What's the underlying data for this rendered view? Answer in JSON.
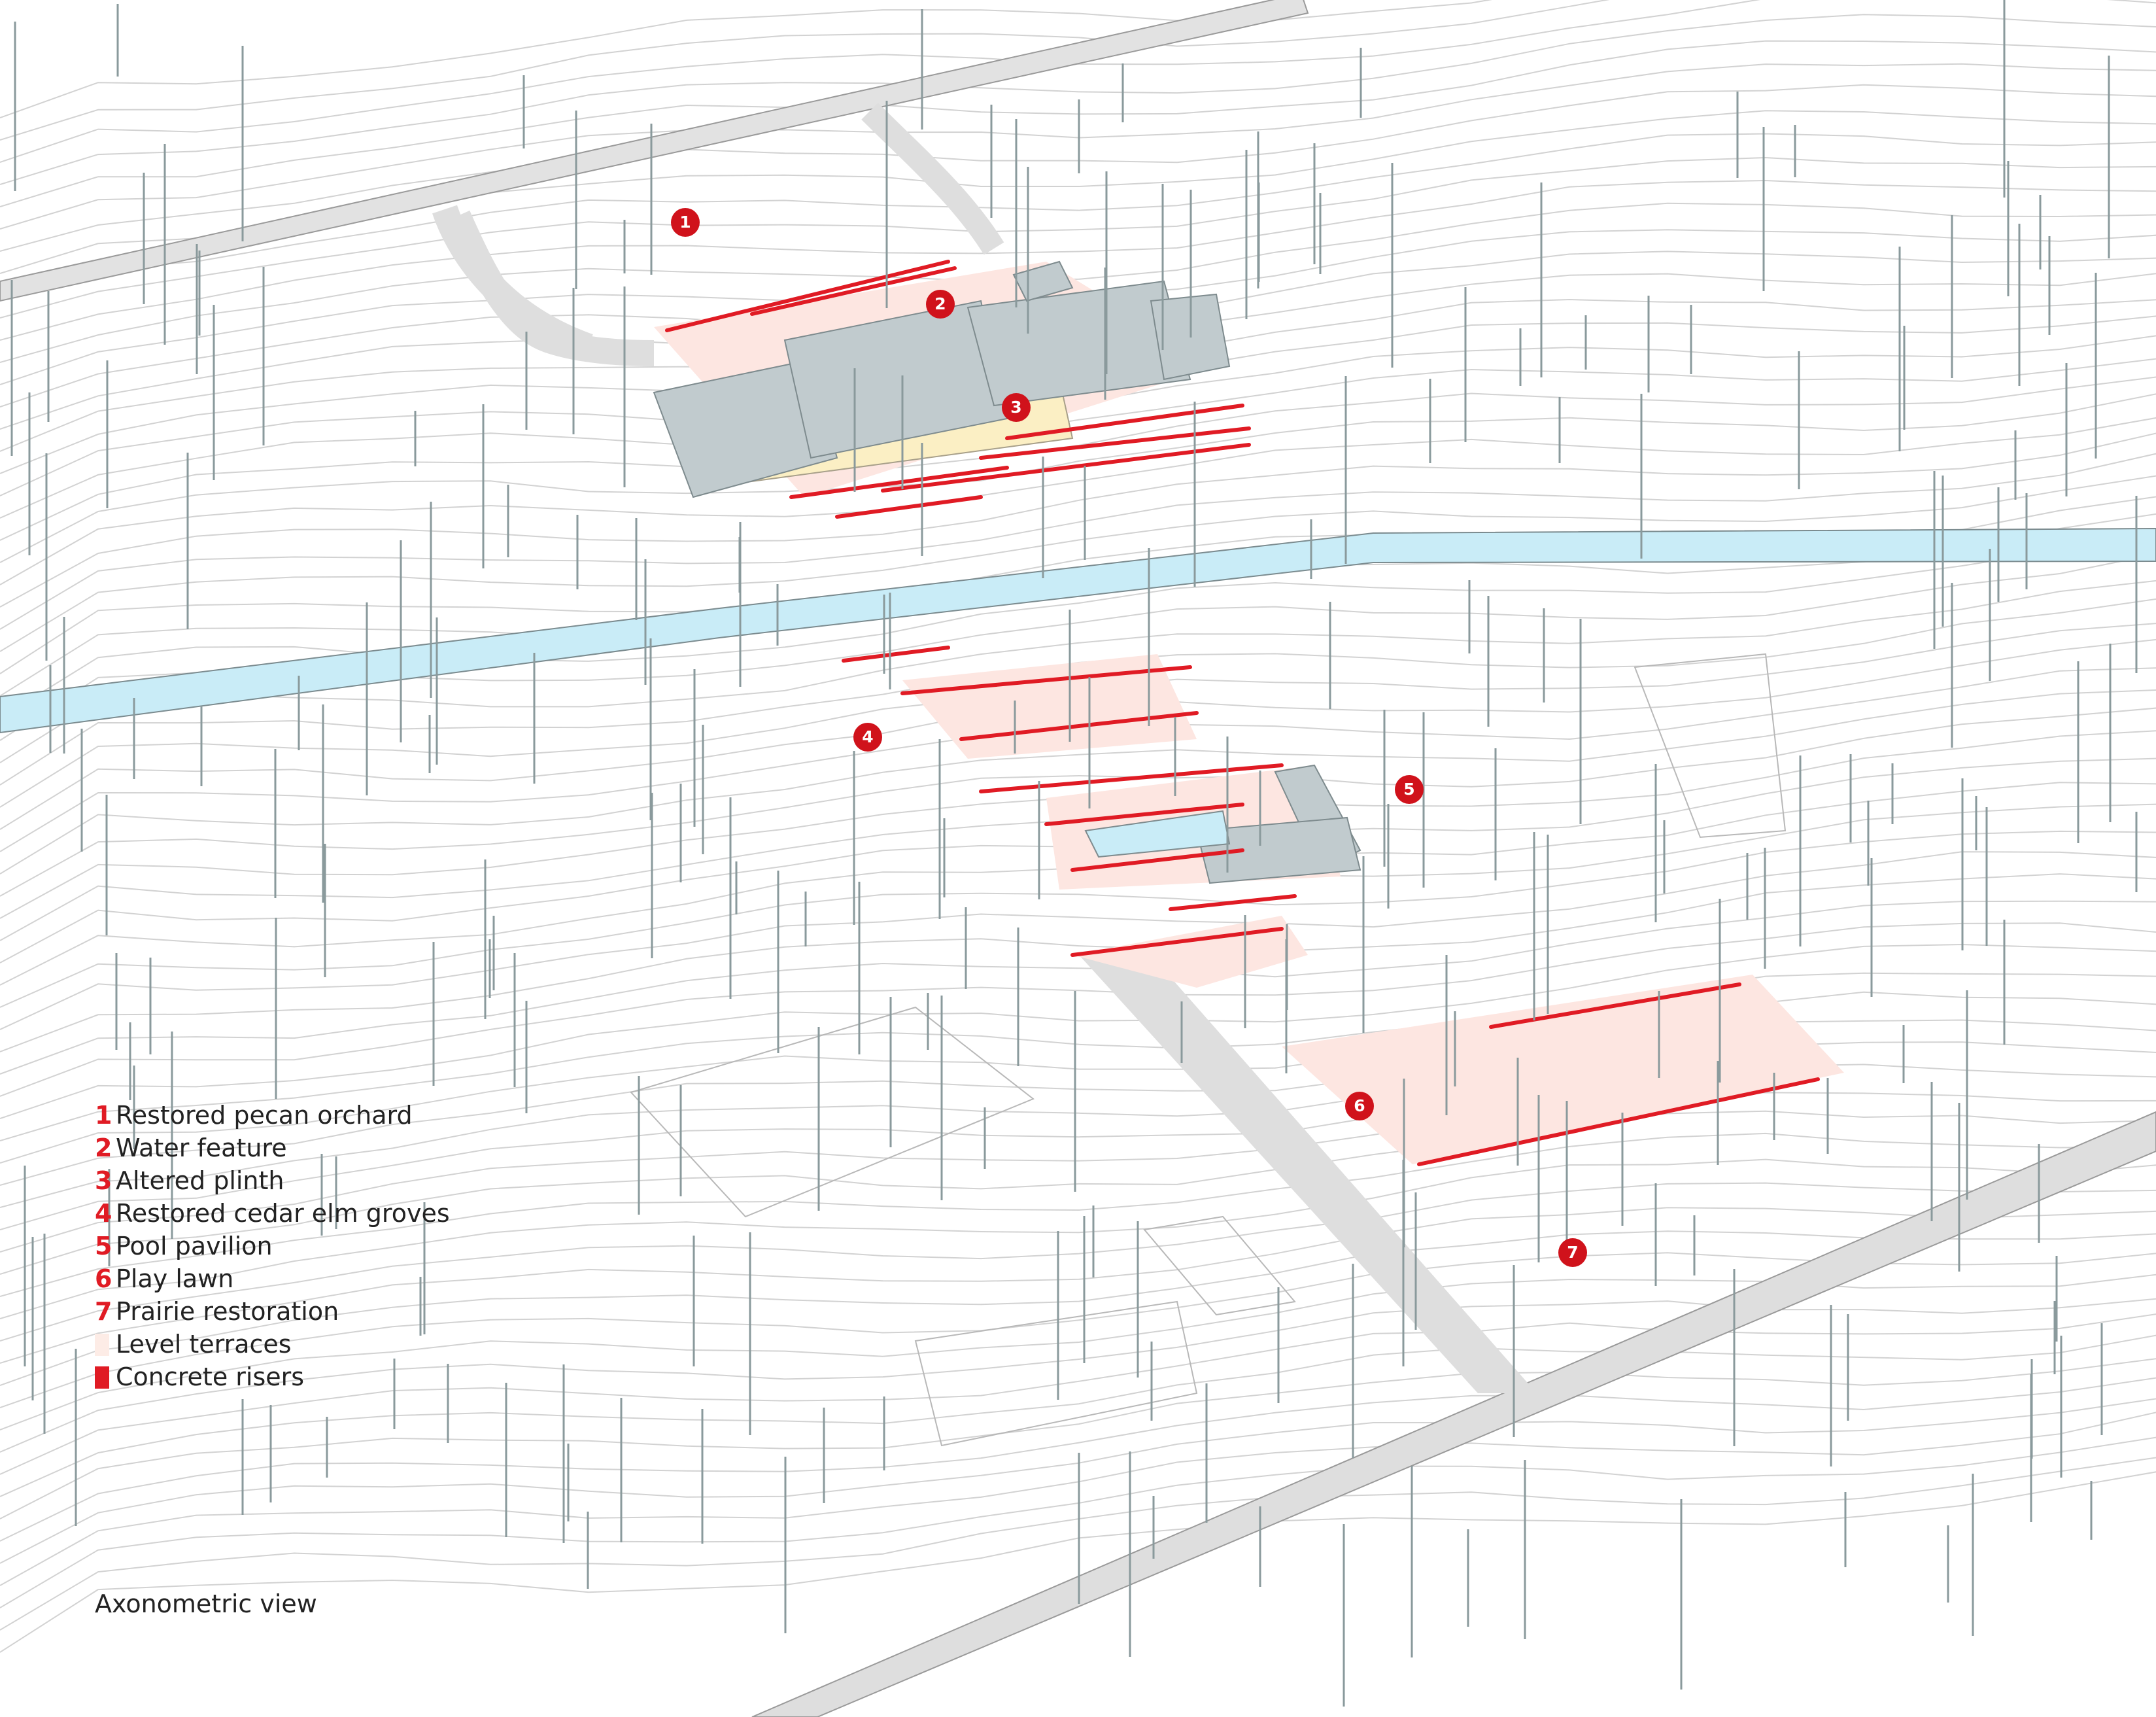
{
  "legend": {
    "items": [
      {
        "num": "1",
        "label": "Restored pecan orchard"
      },
      {
        "num": "2",
        "label": "Water feature"
      },
      {
        "num": "3",
        "label": "Altered plinth"
      },
      {
        "num": "4",
        "label": "Restored cedar elm groves"
      },
      {
        "num": "5",
        "label": "Pool pavilion"
      },
      {
        "num": "6",
        "label": "Play lawn"
      },
      {
        "num": "7",
        "label": "Prairie restoration"
      }
    ],
    "level_terraces": "Level terraces",
    "concrete_risers": "Concrete risers"
  },
  "caption": "Axonometric view",
  "markers": [
    "1",
    "2",
    "3",
    "4",
    "5",
    "6",
    "7"
  ],
  "colors": {
    "accent_red": "#d0121b",
    "terrace_pink": "#fde6e1",
    "plinth_yellow": "#fbefc4",
    "water_blue": "#c9ecf7",
    "road_gray": "#dcdcdc",
    "building_gray": "#b9c3c6",
    "tree_line": "#8a9a9c"
  }
}
